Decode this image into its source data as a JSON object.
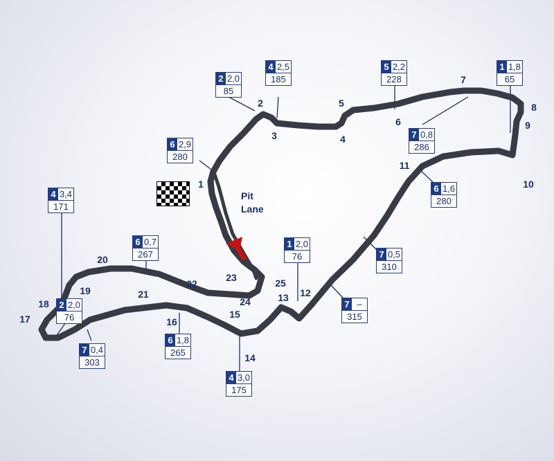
{
  "map": {
    "pit_lane_label": [
      "Pit",
      "Lane"
    ],
    "colors": {
      "track": "#383b46",
      "label": "#1a2f6b",
      "gear_box": "#1d3c8c",
      "arrow": "#cc1111"
    },
    "turns": [
      "1",
      "2",
      "3",
      "4",
      "5",
      "6",
      "7",
      "8",
      "9",
      "10",
      "11",
      "12",
      "13",
      "14",
      "15",
      "16",
      "17",
      "18",
      "19",
      "20",
      "21",
      "22",
      "23",
      "24",
      "25"
    ],
    "corners": [
      {
        "gear": "2",
        "g": "2,0",
        "speed": "85"
      },
      {
        "gear": "4",
        "g": "2,5",
        "speed": "185"
      },
      {
        "gear": "5",
        "g": "2,2",
        "speed": "228"
      },
      {
        "gear": "1",
        "g": "1,8",
        "speed": "65"
      },
      {
        "gear": "7",
        "g": "0,8",
        "speed": "286"
      },
      {
        "gear": "6",
        "g": "2,9",
        "speed": "280"
      },
      {
        "gear": "6",
        "g": "1,6",
        "speed": "280"
      },
      {
        "gear": "4",
        "g": "3,4",
        "speed": "171"
      },
      {
        "gear": "6",
        "g": "0,7",
        "speed": "267"
      },
      {
        "gear": "1",
        "g": "2,0",
        "speed": "76"
      },
      {
        "gear": "7",
        "g": "0,5",
        "speed": "310"
      },
      {
        "gear": "7",
        "g": "–",
        "speed": "315"
      },
      {
        "gear": "2",
        "g": "2,0",
        "speed": "76"
      },
      {
        "gear": "6",
        "g": "1,8",
        "speed": "265"
      },
      {
        "gear": "7",
        "g": "0,4",
        "speed": "303"
      },
      {
        "gear": "4",
        "g": "3,0",
        "speed": "175"
      }
    ]
  }
}
